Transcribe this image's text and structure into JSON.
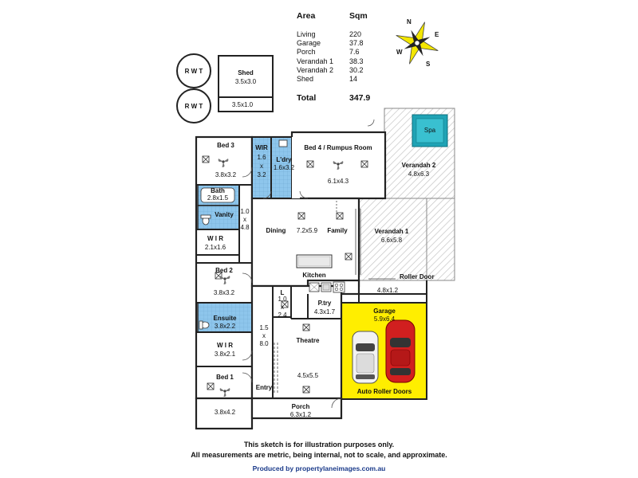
{
  "area_table": {
    "header_area": "Area",
    "header_sqm": "Sqm",
    "rows": [
      {
        "name": "Living",
        "sqm": "220"
      },
      {
        "name": "Garage",
        "sqm": "37.8"
      },
      {
        "name": "Porch",
        "sqm": "7.6"
      },
      {
        "name": "Verandah 1",
        "sqm": "38.3"
      },
      {
        "name": "Verandah 2",
        "sqm": "30.2"
      },
      {
        "name": "Shed",
        "sqm": "14"
      }
    ],
    "total_label": "Total",
    "total_value": "347.9"
  },
  "compass": {
    "n": "N",
    "e": "E",
    "s": "S",
    "w": "W"
  },
  "tanks": {
    "rwt1": "R W T",
    "rwt2": "R W T"
  },
  "shed": {
    "name": "Shed",
    "dim": "3.5x3.0",
    "dim2": "3.5x1.0"
  },
  "rooms": {
    "bed3": {
      "name": "Bed 3",
      "dim": "3.8x3.2"
    },
    "wir_top": {
      "name": "WIR",
      "dim1": "1.6",
      "dim2": "x",
      "dim3": "3.2"
    },
    "laundry": {
      "name": "L'dry",
      "dim": "1.6x3.2"
    },
    "bed4": {
      "name": "Bed 4 / Rumpus Room",
      "dim": "6.1x4.3"
    },
    "verandah2": {
      "name": "Verandah 2",
      "dim": "4.8x6.3"
    },
    "spa": {
      "name": "Spa"
    },
    "bath": {
      "name": "Bath",
      "dim": "2.8x1.5"
    },
    "vanity": {
      "name": "Vanity"
    },
    "hall_top": {
      "dim1": "1.0",
      "dim2": "x",
      "dim3": "4.8"
    },
    "dining": {
      "name": "Dining"
    },
    "family": {
      "name": "Family",
      "dim": "7.2x5.9"
    },
    "kitchen": {
      "name": "Kitchen"
    },
    "verandah1": {
      "name": "Verandah 1",
      "dim": "6.6x5.8"
    },
    "roller_door": {
      "name": "Roller Door"
    },
    "wir_mid": {
      "name": "W I R",
      "dim": "2.1x1.6"
    },
    "bed2": {
      "name": "Bed 2",
      "dim": "3.8x3.2"
    },
    "hall_small": {
      "dim1": "1.0",
      "dim2": "x",
      "dim3": "2.4"
    },
    "pantry": {
      "name": "P.try",
      "dim": "4.3x1.7"
    },
    "strip": {
      "dim": "4.8x1.2"
    },
    "garage": {
      "name": "Garage",
      "dim": "5.9x6.4",
      "doors": "Auto Roller Doors"
    },
    "ensuite": {
      "name": "Ensuite",
      "dim": "3.8x2.2"
    },
    "hall_long": {
      "dim1": "1.5",
      "dim2": "x",
      "dim3": "8.0"
    },
    "theatre": {
      "name": "Theatre",
      "dim": "4.5x5.5"
    },
    "wir_low": {
      "name": "W I R",
      "dim": "3.8x2.1"
    },
    "bed1": {
      "name": "Bed 1",
      "dim": "3.8x4.2"
    },
    "entry": {
      "name": "Entry"
    },
    "porch": {
      "name": "Porch",
      "dim": "6.3x1.2"
    },
    "linen": {
      "l": "L"
    }
  },
  "footer": {
    "note1": "This sketch is for illustration purposes only.",
    "note2": "All measurements are metric, being internal, not to scale, and approximate.",
    "produced": "Produced by propertylaneimages.com.au"
  },
  "colors": {
    "wall": "#222222",
    "wet_area": "#8ec6ec",
    "garage": "#ffee00",
    "spa": "#1fa3b5",
    "hatch": "#bdbdbd",
    "compass": "#f3e600"
  }
}
